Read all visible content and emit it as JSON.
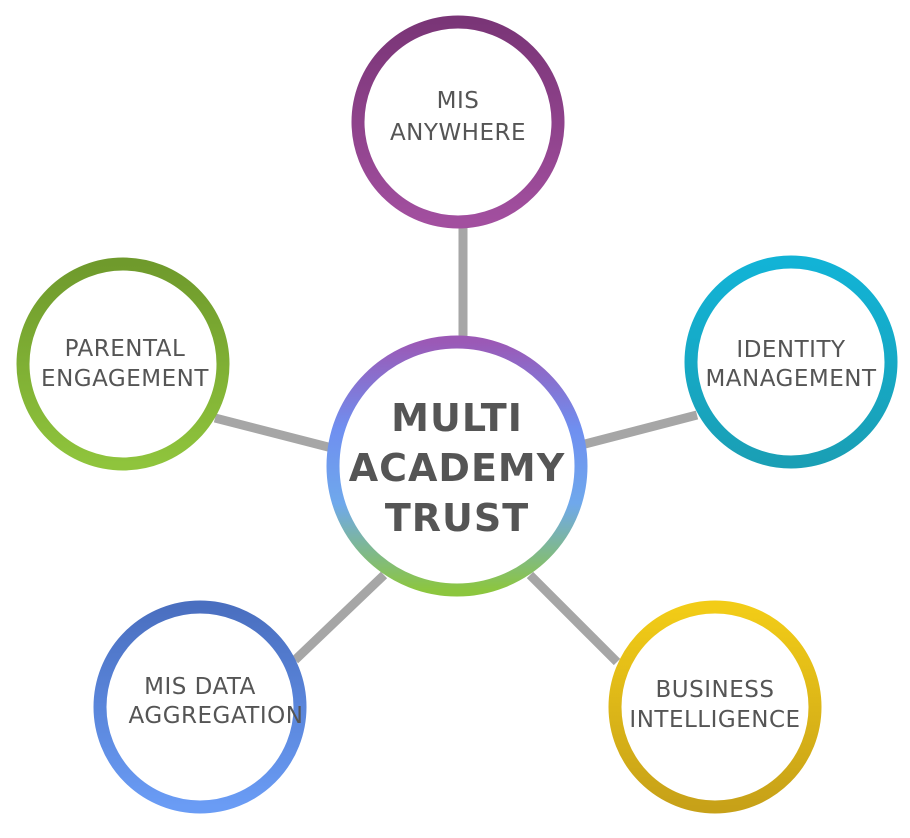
{
  "hub": {
    "lines": [
      "MULTI",
      "ACADEMY",
      "TRUST"
    ]
  },
  "nodes": [
    {
      "id": "mis-anywhere",
      "lines": [
        "MIS",
        "ANYWHERE"
      ],
      "color_start": "#7a3577",
      "color_end": "#a24f9f"
    },
    {
      "id": "identity-management",
      "lines": [
        "IDENTITY",
        "MANAGEMENT"
      ],
      "color_start": "#12b3d6",
      "color_end": "#1a9fb5"
    },
    {
      "id": "business-intelligence",
      "lines": [
        "BUSINESS",
        "INTELLIGENCE"
      ],
      "color_start": "#f2cc17",
      "color_end": "#c7a118"
    },
    {
      "id": "mis-data-aggregation",
      "lines": [
        "MIS DATA",
        "AGGREGATION"
      ],
      "color_start": "#4a6fc0",
      "color_end": "#6a9cf5"
    },
    {
      "id": "parental-engagement",
      "lines": [
        "PARENTAL",
        "ENGAGEMENT"
      ],
      "color_start": "#6f9a2c",
      "color_end": "#8fc43c"
    }
  ],
  "colors": {
    "connector": "#a6a6a6",
    "text": "#555555",
    "hub_gradient": [
      "#9b59b6",
      "#6f8ff0",
      "#6fa8ec",
      "#8cc63f"
    ]
  }
}
